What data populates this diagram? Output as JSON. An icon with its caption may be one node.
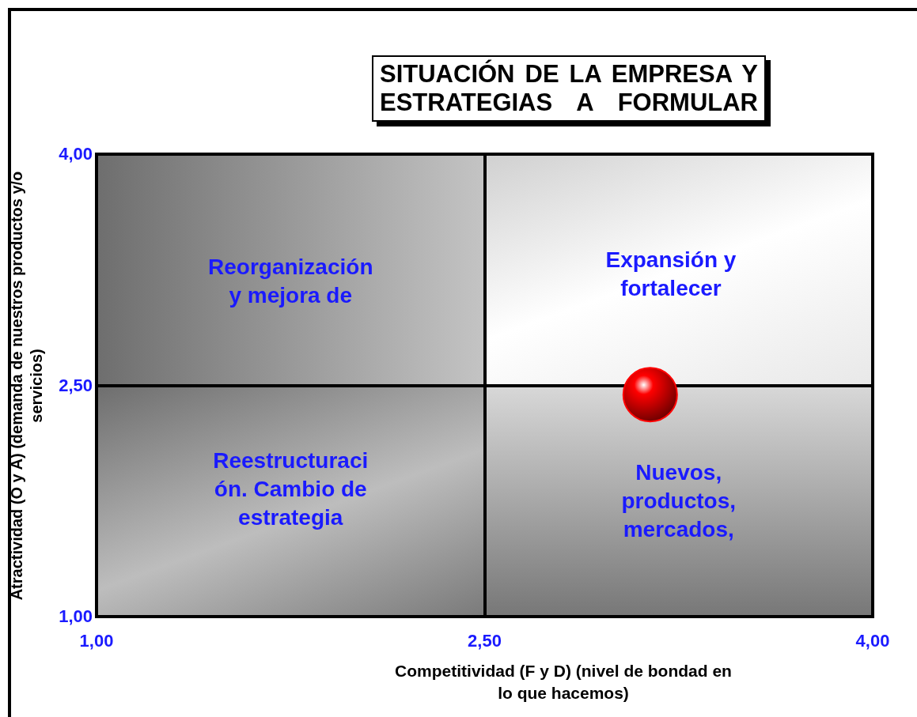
{
  "diagram": {
    "title": "SITUACIÓN DE LA EMPRESA Y ESTRATEGIAS A FORMULAR",
    "nodes": [
      {
        "text": [
          "Reorganización y mejora de"
        ]
      },
      {
        "text": [
          "Expansión  y fortalecer"
        ]
      },
      {
        "text": [
          "Reestructuración. Cambio de estrategia"
        ]
      },
      {
        "text": [
          "Nuevos, productos, mercados,"
        ]
      }
    ],
    "chart_data": {
      "type": "scatter",
      "xlabel": "Competitividad (F y D) (nivel de bondad en lo que hacemos)",
      "ylabel": "Atractividad (O y A) (demanda de nuestros productos y/o servicios)",
      "x": [
        3.14
      ],
      "series": [
        {
          "color": "#ff0000",
          "values": [
            2.44
          ]
        }
      ],
      "xlim": [
        1,
        4
      ],
      "ylim": [
        1,
        4
      ],
      "xticks": [
        {
          "value": 1,
          "label": "1,00"
        },
        {
          "value": 2.5,
          "label": "2,50"
        },
        {
          "value": 4,
          "label": "4,00"
        }
      ],
      "yticks": [
        {
          "value": 1,
          "label": "1,00"
        },
        {
          "value": 2.5,
          "label": "2,50"
        },
        {
          "value": 4,
          "label": "4,00"
        }
      ]
    }
  }
}
